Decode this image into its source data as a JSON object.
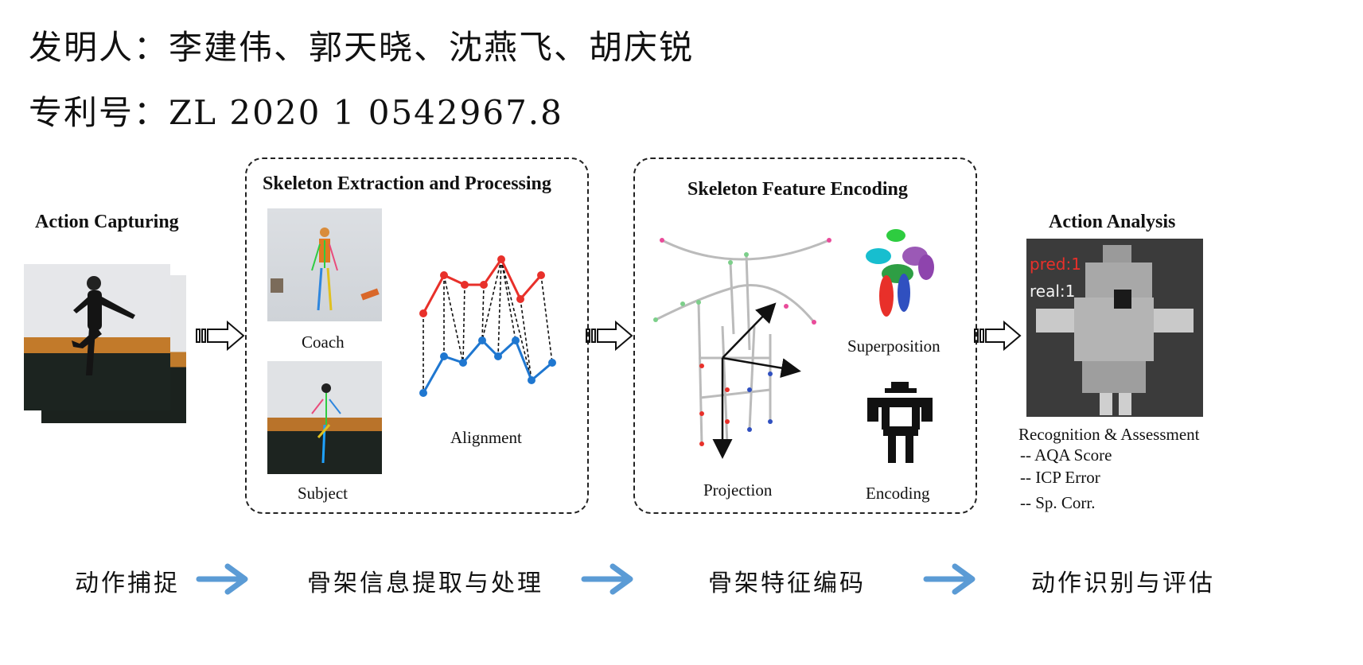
{
  "header": {
    "inventors": "发明人：李建伟、郭天晓、沈燕飞、胡庆锐",
    "patent": "专利号：ZL 2020 1 0542967.8"
  },
  "stages": {
    "capture": {
      "title": "Action Capturing"
    },
    "extraction": {
      "title": "Skeleton Extraction and Processing",
      "coach": "Coach",
      "subject": "Subject",
      "alignment": "Alignment"
    },
    "encoding": {
      "title": "Skeleton Feature Encoding",
      "superposition": "Superposition",
      "projection": "Projection",
      "encoding": "Encoding"
    },
    "analysis": {
      "title": "Action Analysis",
      "pred": "pred:1",
      "real": "real:1",
      "recognition": "Recognition & Assessment",
      "metrics": [
        "-- AQA Score",
        "-- ICP Error",
        "-- Sp. Corr."
      ]
    }
  },
  "bottom_flow": [
    "动作捕捉",
    "骨架信息提取与处理",
    "骨架特征编码",
    "动作识别与评估"
  ],
  "colors": {
    "red": "#e8302a",
    "blue": "#1f77d0",
    "arrow_blue": "#5b9bd5",
    "pred_red": "#e8302a"
  }
}
